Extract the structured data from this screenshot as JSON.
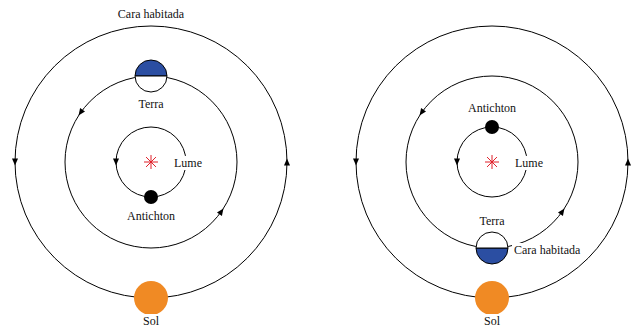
{
  "diagram": {
    "labels": [
      "Cara habitada",
      "Terra",
      "Lume",
      "Antichton",
      "Sol",
      "Antichton",
      "Lume",
      "Terra",
      "Cara habitada",
      "Sol"
    ]
  }
}
